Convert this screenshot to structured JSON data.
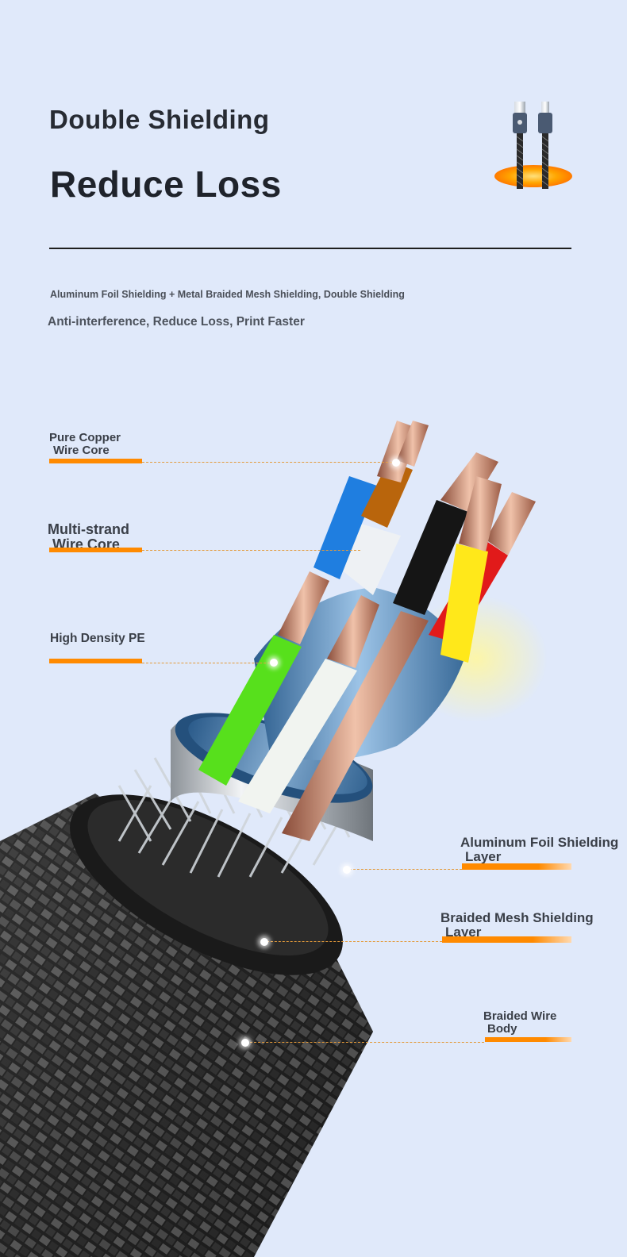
{
  "header": {
    "title_line1": "Double Shielding",
    "title_line2": "Reduce Loss"
  },
  "subtitle": {
    "line1": "Aluminum Foil Shielding + Metal Braided Mesh Shielding, Double Shielding",
    "line2": "Anti-interference, Reduce Loss, Print Faster"
  },
  "callouts_left": [
    {
      "line1": "Pure Copper",
      "line2": "Wire Core"
    },
    {
      "line1": "Multi-strand",
      "line2": "Wire Core"
    },
    {
      "line1": "High Density PE",
      "line2": ""
    }
  ],
  "callouts_right": [
    {
      "line1": "Aluminum Foil Shielding",
      "line2": "Layer"
    },
    {
      "line1": "Braided Mesh Shielding",
      "line2": "Layer"
    },
    {
      "line1": "Braided Wire",
      "line2": "Body"
    }
  ],
  "colors": {
    "background": "#e0e9fa",
    "accent": "#ff8a00",
    "jacket": "#2b2b2b",
    "wires": [
      "#1f7ee0",
      "#b9650c",
      "#f4f4f4",
      "#1a1a1a",
      "#ffe61a",
      "#e01a1a",
      "#5be61a"
    ]
  },
  "icons": {
    "product": "usb-printer-cable-icon"
  }
}
